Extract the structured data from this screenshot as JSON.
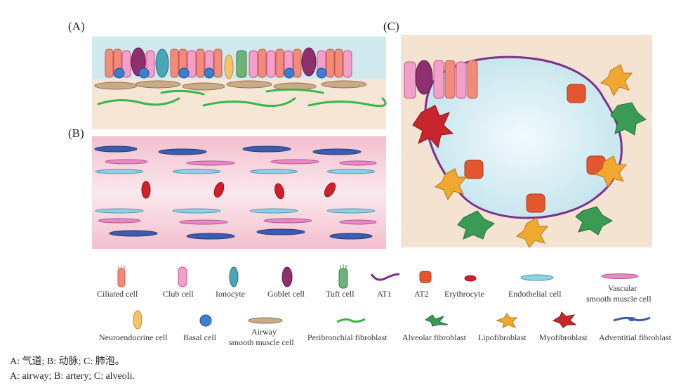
{
  "panels": {
    "a": {
      "label": "(A)"
    },
    "b": {
      "label": "(B)"
    },
    "c": {
      "label": "(C)"
    }
  },
  "legend": {
    "ciliated": "Ciliated cell",
    "club": "Club cell",
    "ionocyte": "Ionocyte",
    "goblet": "Goblet cell",
    "tuft": "Tuft cell",
    "at1": "AT1",
    "at2": "AT2",
    "erythrocyte": "Erythrocyte",
    "endothelial": "Endothelial cell",
    "vascular_smc_1": "Vascular",
    "vascular_smc_2": "smooth muscle cell",
    "neuroendocrine": "Neuroendocrine cell",
    "basal": "Basal cell",
    "airway_smc_1": "Airway",
    "airway_smc_2": "smooth muscle cell",
    "peribronchial": "Peribronchial fibroblast",
    "alveolar_fib": "Alveolar fibroblast",
    "lipofibroblast": "Lipofibroblast",
    "myofibroblast": "Myofibroblast",
    "adventitial": "Adventitial fibroblast"
  },
  "captions": {
    "line1": "A: 气道; B: 动脉; C: 肺泡。",
    "line2": "A: airway; B: artery; C: alveoli."
  },
  "colors": {
    "airway_lumen": "#cfe9ef",
    "tissue": "#f5e3d2",
    "artery": "#f3c6d1",
    "alveolar_space": "#d7eef3",
    "at1": "#7b2f8e",
    "at2": "#e4572e",
    "erythrocyte": "#d0202a",
    "endothelial": "#8fd1e3",
    "vascular_smc": "#e88bc4",
    "peribronchial": "#3ab54a",
    "alveolar_fib": "#3a9c54",
    "lipofibroblast": "#f0a830",
    "myofibroblast": "#c8262c",
    "adventitial": "#3c5cae"
  }
}
